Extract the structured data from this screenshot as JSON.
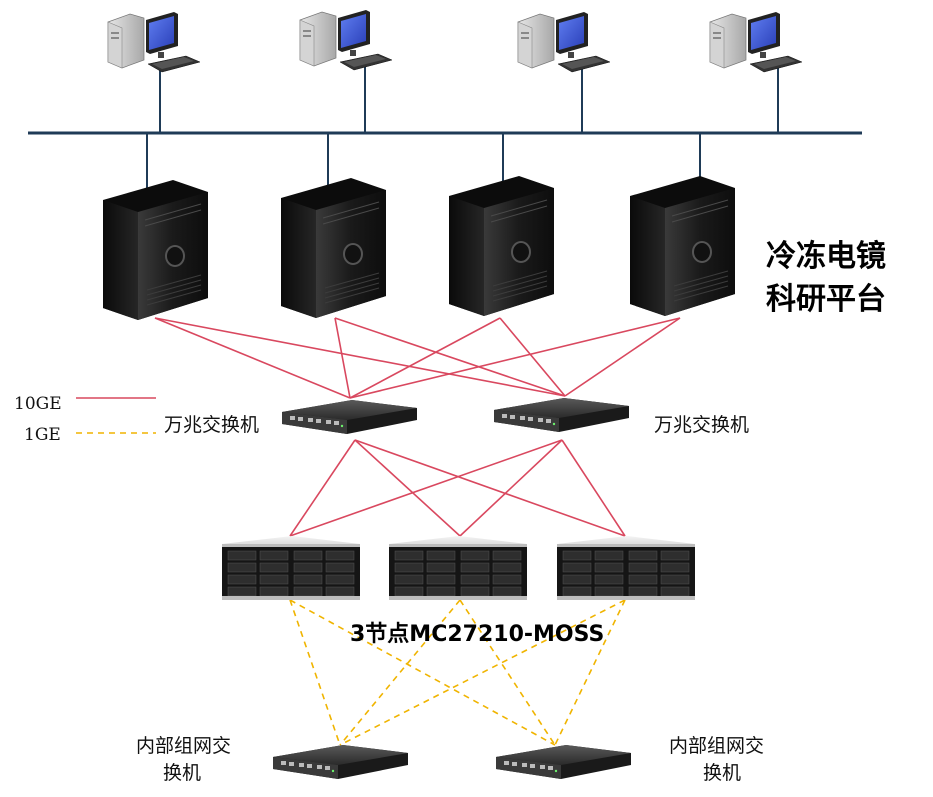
{
  "platform_title": [
    "冷冻电镜",
    "科研平台"
  ],
  "legend": {
    "items": [
      {
        "label": "10GE",
        "color": "#d9485f",
        "style": "solid"
      },
      {
        "label": "1GE",
        "color": "#f0b400",
        "style": "dashed"
      }
    ]
  },
  "switch_10g_labels": [
    "万兆交换机",
    "万兆交换机"
  ],
  "storage_cluster_label": "3节点MC27210-MOSS",
  "internal_switch_labels": [
    [
      "内部组网交",
      "换机"
    ],
    [
      "内部组网交",
      "换机"
    ]
  ],
  "colors": {
    "network_bus": "#1f3b57",
    "link_10ge": "#d9485f",
    "link_1ge": "#f0b400",
    "tower": "#1b1b1b",
    "monitor_screen": "#3b5bdb"
  }
}
